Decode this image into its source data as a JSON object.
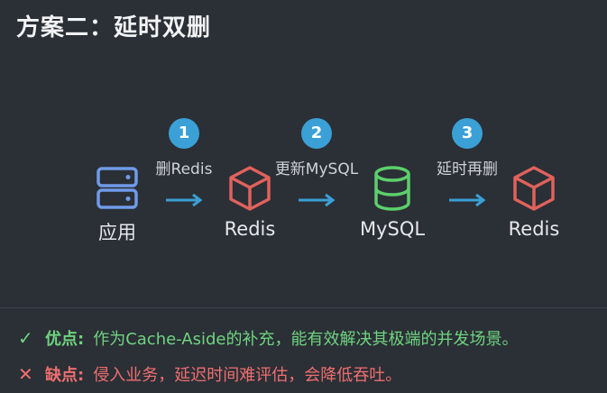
{
  "title": "方案二：延时双删",
  "colors": {
    "background": "#2b2f36",
    "app": "#6f9be8",
    "redis": "#e0625c",
    "mysql": "#5ccf6a",
    "badge": "#3aa0d6",
    "arrow": "#3aa0d6",
    "pro": "#6ed47f",
    "con": "#ef6f6f"
  },
  "nodes": [
    {
      "icon": "server-icon",
      "label": "应用"
    },
    {
      "icon": "cube-icon",
      "label": "Redis"
    },
    {
      "icon": "database-icon",
      "label": "MySQL"
    },
    {
      "icon": "cube-icon",
      "label": "Redis"
    }
  ],
  "steps": [
    {
      "number": "1",
      "label": "删Redis"
    },
    {
      "number": "2",
      "label": "更新MySQL"
    },
    {
      "number": "3",
      "label": "延时再删"
    }
  ],
  "pros": {
    "icon": "check-icon",
    "mark": "✓",
    "key": "优点:",
    "text": "作为Cache-Aside的补充，能有效解决其极端的并发场景。"
  },
  "cons": {
    "icon": "cross-icon",
    "mark": "✕",
    "key": "缺点:",
    "text": "侵入业务，延迟时间难评估，会降低吞吐。"
  }
}
